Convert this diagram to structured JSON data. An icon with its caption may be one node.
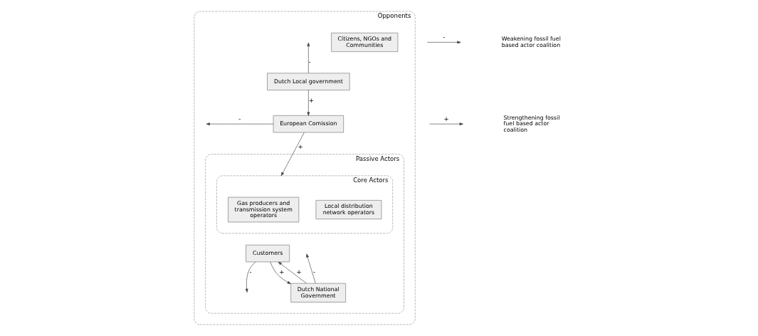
{
  "diagram": {
    "nodes": [
      {
        "text": [
          "Opponents"
        ]
      },
      {
        "text": [
          "Passive Actors"
        ],
        "in": 0
      },
      {
        "text": [
          "Core Actors"
        ],
        "in": 1
      },
      {
        "text": [
          "Citizens, NGOs and Communities"
        ],
        "in": 0
      },
      {
        "text": [
          "Dutch Local government"
        ],
        "in": 0
      },
      {
        "text": [
          "European Comission"
        ],
        "in": 0
      },
      {
        "text": [
          "Dutch National Government"
        ],
        "in": 1
      },
      {
        "text": [
          "Gas producers and transmission system operators"
        ],
        "in": 2
      },
      {
        "text": [
          "Local distribution network operators"
        ],
        "in": 2
      },
      {
        "text": [
          "Customers"
        ],
        "in": 1
      }
    ],
    "edges": [
      {
        "from": 4,
        "to": null,
        "arrow": "to",
        "label": "-"
      },
      {
        "from": 4,
        "to": 5,
        "arrow": "to",
        "label": "+"
      },
      {
        "from": 5,
        "to": null,
        "arrow": "to",
        "label": "-"
      },
      {
        "from": 5,
        "to": 2,
        "arrow": "to",
        "label": "+"
      },
      {
        "from": 6,
        "to": null,
        "arrow": "to",
        "label": "-"
      },
      {
        "from": 6,
        "to": 9,
        "arrow": "to",
        "label": "+"
      },
      {
        "from": 9,
        "to": 6,
        "arrow": "to",
        "label": "+"
      },
      {
        "from": 9,
        "to": null,
        "arrow": "to",
        "label": "-"
      }
    ],
    "labels": [
      "-",
      "+"
    ],
    "legend": [
      {
        "text": "Weakening fossil fuel based actor coalition"
      },
      {
        "text": "Strengthening fossil fuel based actor coalition"
      }
    ]
  }
}
